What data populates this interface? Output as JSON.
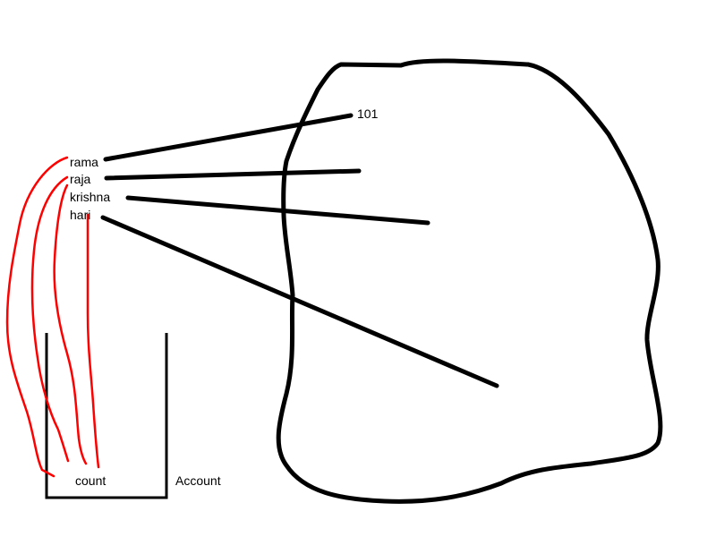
{
  "diagram": {
    "names": [
      "rama",
      "raja",
      "krishna",
      "hari"
    ],
    "value_label": "101",
    "stack_label": "count",
    "stack_caption": "Account",
    "colors": {
      "ink": "#000000",
      "reference": "#ff0000",
      "background": "#ffffff"
    }
  }
}
